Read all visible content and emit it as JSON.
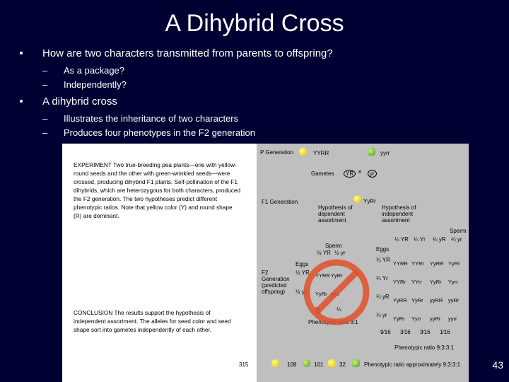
{
  "slide": {
    "title": "A Dihybrid Cross",
    "page_number": "43",
    "bullets": [
      {
        "text": "How are two characters transmitted from parents to offspring?",
        "sub": [
          "As a package?",
          "Independently?"
        ]
      },
      {
        "text": "A dihybrid cross",
        "sub": [
          "Illustrates the inheritance of two characters",
          "Produces four phenotypes in the F2 generation"
        ]
      }
    ]
  },
  "figure": {
    "experiment": "EXPERIMENT    Two true-breeding pea plants—one with yellow-round seeds and the other with green-wrinkled seeds—were crossed, producing dihybrid F1 plants. Self-pollination of the F1 dihybrids, which are heterozygous for both characters, produced the F2 generation. The two hypotheses predict different phenotypic ratios. Note that yellow color (Y) and round shape (R) are dominant.",
    "conclusion": "CONCLUSION    The results support the hypothesis of independent assortment. The alleles for seed color and seed shape sort into gametes independently of each other.",
    "p_generation": "P Generation",
    "yyrr_parent1": "YYRR",
    "yyrr_parent2": "yyrr",
    "gametes": "Gametes",
    "gamete1": "YR",
    "gamete2": "yr",
    "f1_generation": "F1 Generation",
    "f1_genotype": "YyRr",
    "hyp_dependent": "Hypothesis of dependent assortment",
    "hyp_independent": "Hypothesis of independent assortment",
    "sperm": "Sperm",
    "eggs": "Eggs",
    "f2_generation": "F2 Generation (predicted offspring)",
    "dep": {
      "sperm_headers": [
        "½ YR",
        "½ yr"
      ],
      "egg_headers": [
        "½ YR",
        "½ yr"
      ],
      "cells": [
        [
          "YYRR",
          "YyRr"
        ],
        [
          "YyRr",
          "yyrr"
        ]
      ],
      "fractions": [
        "¾",
        "¼"
      ],
      "ratio": "Phenotypic ratio 3:1"
    },
    "indep": {
      "sperm_headers": [
        "¼ YR",
        "¼ Yr",
        "¼ yR",
        "¼ yr"
      ],
      "egg_headers": [
        "¼ YR",
        "¼ Yr",
        "¼ yR",
        "¼ yr"
      ],
      "cells": [
        [
          "YYRR",
          "YYRr",
          "YyRR",
          "YyRr"
        ],
        [
          "YYRr",
          "YYrr",
          "YyRr",
          "Yyrr"
        ],
        [
          "YyRR",
          "YyRr",
          "yyRR",
          "yyRr"
        ],
        [
          "YyRr",
          "Yyrr",
          "yyRr",
          "yyrr"
        ]
      ],
      "fractions": [
        "9⁄16",
        "3⁄16",
        "3⁄16",
        "1⁄16"
      ],
      "ratio": "Phenotypic ratio 9:3:3:1"
    },
    "results": [
      "315",
      "108",
      "101",
      "32"
    ],
    "results_ratio": "Phenotypic ratio approximately 9:3:3:1"
  }
}
